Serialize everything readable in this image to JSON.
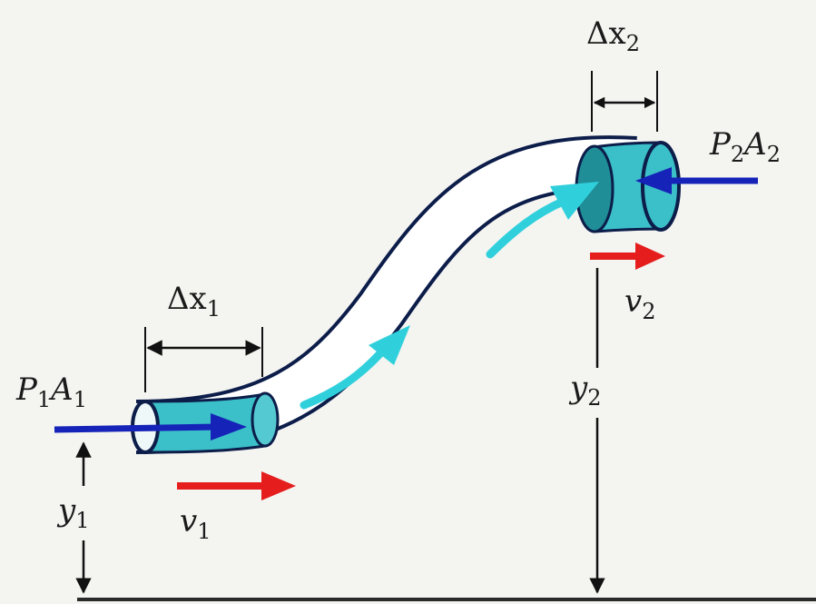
{
  "labels": {
    "dx1": {
      "symbol": "Δx",
      "sub": "1"
    },
    "dx2": {
      "symbol": "Δx",
      "sub": "2"
    },
    "p1a1": {
      "p": "P",
      "p_sub": "1",
      "a": "A",
      "a_sub": "1"
    },
    "p2a2": {
      "p": "P",
      "p_sub": "2",
      "a": "A",
      "a_sub": "2"
    },
    "v1": {
      "symbol": "v",
      "sub": "1"
    },
    "v2": {
      "symbol": "v",
      "sub": "2"
    },
    "y1": {
      "symbol": "y",
      "sub": "1"
    },
    "y2": {
      "symbol": "y",
      "sub": "2"
    }
  },
  "colors": {
    "background": "#f4f4f1",
    "tube_outline": "#0c1d4a",
    "fluid_fill": "#3bbfc8",
    "fluid_dark": "#1f8e97",
    "flow_arrow": "#2fd0dc",
    "force_arrow": "#1523b8",
    "velocity_arrow": "#e51d1d",
    "dimension_line": "#111111"
  }
}
